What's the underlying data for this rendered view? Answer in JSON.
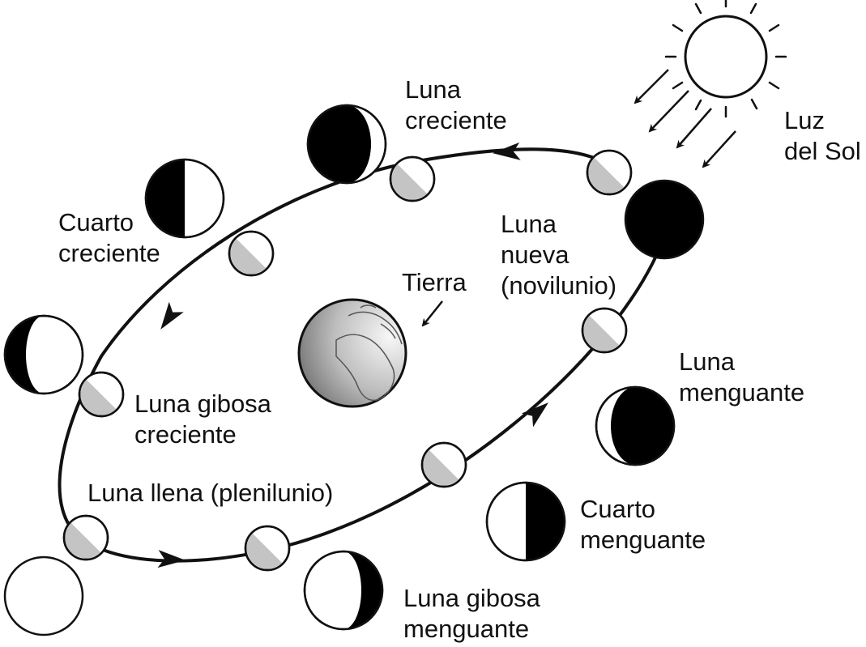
{
  "colors": {
    "ink": "#111111",
    "lit": "#ffffff",
    "dark": "#000000",
    "orbit_moon_shade": "#c4c4c4",
    "earth_gradient_light": "#f5f5f5",
    "earth_gradient_dark": "#6e6e6e"
  },
  "icons": {
    "sun": "sun-icon",
    "earth": "earth-globe-icon",
    "moon": "moon-phase-icon",
    "arrow": "arrow-icon"
  },
  "labels": {
    "sunlight": [
      "Luz",
      "del Sol"
    ],
    "earth": "Tierra",
    "new_moon": [
      "Luna",
      "nueva",
      "(novilunio)"
    ],
    "waxing_crescent": [
      "Luna",
      "creciente"
    ],
    "first_quarter": [
      "Cuarto",
      "creciente"
    ],
    "waxing_gibbous": [
      "Luna gibosa",
      "creciente"
    ],
    "full_moon": "Luna llena (plenilunio)",
    "waning_gibbous": [
      "Luna gibosa",
      "menguante"
    ],
    "last_quarter": [
      "Cuarto",
      "menguante"
    ],
    "waning_crescent": [
      "Luna",
      "menguante"
    ]
  }
}
